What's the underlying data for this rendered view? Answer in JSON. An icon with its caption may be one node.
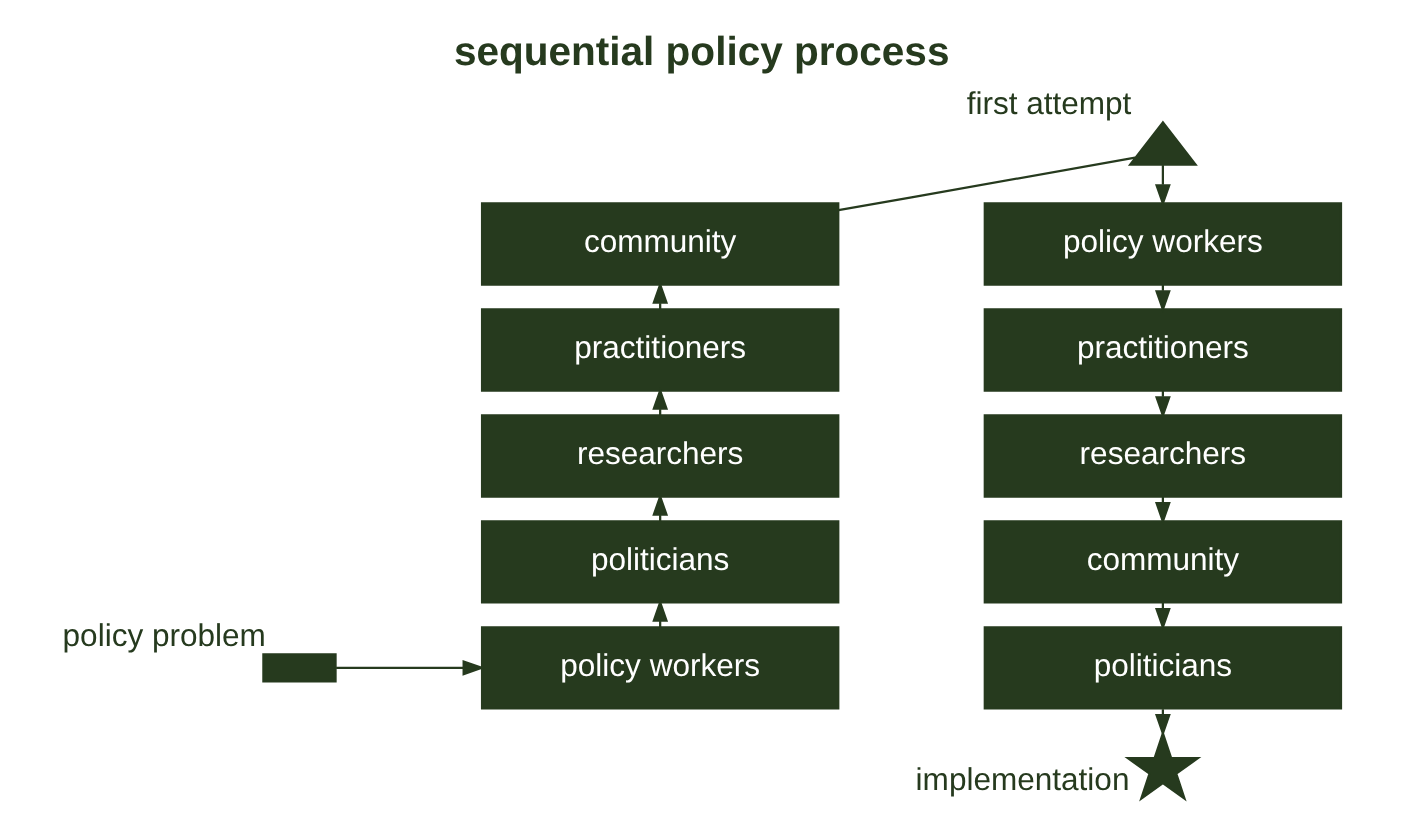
{
  "diagram": {
    "title": "sequential policy process",
    "nodes": [
      {
        "text": [
          "community"
        ]
      },
      {
        "text": [
          "practitioners"
        ]
      },
      {
        "text": [
          "researchers"
        ]
      },
      {
        "text": [
          "politicians"
        ]
      },
      {
        "text": [
          "policy workers"
        ]
      },
      {
        "text": [],
        "shape": "triangle",
        "beside": [
          "first attempt"
        ]
      },
      {
        "text": [
          "policy workers"
        ]
      },
      {
        "text": [
          "practitioners"
        ]
      },
      {
        "text": [
          "researchers"
        ]
      },
      {
        "text": [
          "community"
        ]
      },
      {
        "text": [
          "politicians"
        ]
      },
      {
        "text": [],
        "shape": "bar",
        "beside": [
          "policy problem"
        ]
      },
      {
        "text": [],
        "shape": "star",
        "beside": [
          "implementation"
        ]
      }
    ],
    "edges": [
      {
        "from": 11,
        "to": 4,
        "arrow": "to"
      },
      {
        "from": 4,
        "to": 3,
        "arrow": "to"
      },
      {
        "from": 3,
        "to": 2,
        "arrow": "to"
      },
      {
        "from": 2,
        "to": 1,
        "arrow": "to"
      },
      {
        "from": 1,
        "to": 0,
        "arrow": "to"
      },
      {
        "from": 0,
        "to": 5,
        "arrow": "none"
      },
      {
        "from": 5,
        "to": 6,
        "arrow": "to"
      },
      {
        "from": 6,
        "to": 7,
        "arrow": "to"
      },
      {
        "from": 7,
        "to": 8,
        "arrow": "to"
      },
      {
        "from": 8,
        "to": 9,
        "arrow": "to"
      },
      {
        "from": 9,
        "to": 10,
        "arrow": "to"
      },
      {
        "from": 10,
        "to": 12,
        "arrow": "to"
      }
    ]
  }
}
